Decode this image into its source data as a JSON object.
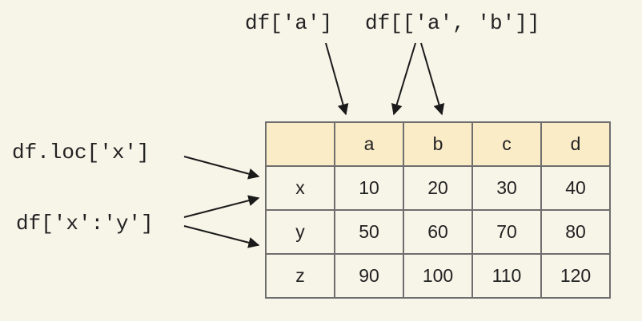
{
  "labels": {
    "col_a": "df['a']",
    "cols_ab": "df[['a', 'b']]",
    "loc_x": "df.loc['x']",
    "slice_xy": "df['x':'y']"
  },
  "table": {
    "columns": [
      "a",
      "b",
      "c",
      "d"
    ],
    "rows": [
      {
        "index": "x",
        "values": [
          "10",
          "20",
          "30",
          "40"
        ]
      },
      {
        "index": "y",
        "values": [
          "50",
          "60",
          "70",
          "80"
        ]
      },
      {
        "index": "z",
        "values": [
          "90",
          "100",
          "110",
          "120"
        ]
      }
    ]
  },
  "colors": {
    "background": "#f7f4e8",
    "header": "#fbecc8",
    "border": "#6e6e6e",
    "text": "#222222"
  }
}
